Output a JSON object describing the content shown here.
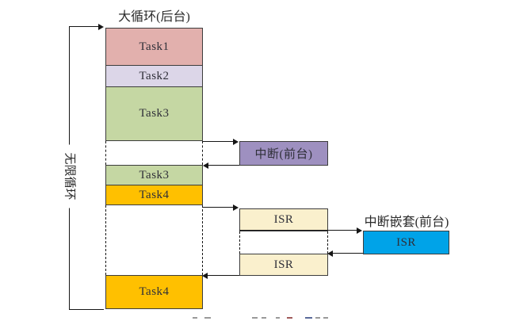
{
  "diagram": {
    "title": "大循环(后台)",
    "infinite_loop_label": "无限循环",
    "background_column": {
      "segments": [
        {
          "label": "Task1",
          "color": "#e2b0ad"
        },
        {
          "label": "Task2",
          "color": "#dcd6e8"
        },
        {
          "label": "Task3",
          "color": "#c5d7a3"
        },
        {
          "label": "Task3",
          "color": "#c5d7a3"
        },
        {
          "label": "Task4",
          "color": "#ffc000"
        },
        {
          "label": "Task4",
          "color": "#ffc000"
        }
      ]
    },
    "foreground": {
      "interrupt_label": "中断(前台)",
      "interrupt_color": "#9e90c0",
      "isr_boxes": [
        {
          "label": "ISR",
          "color": "#faf0cd"
        },
        {
          "label": "ISR",
          "color": "#faf0cd"
        }
      ],
      "nested_title": "中断嵌套(前台)",
      "nested_isr": {
        "label": "ISR",
        "color": "#00a3e8"
      }
    },
    "line_color": "#161616"
  }
}
